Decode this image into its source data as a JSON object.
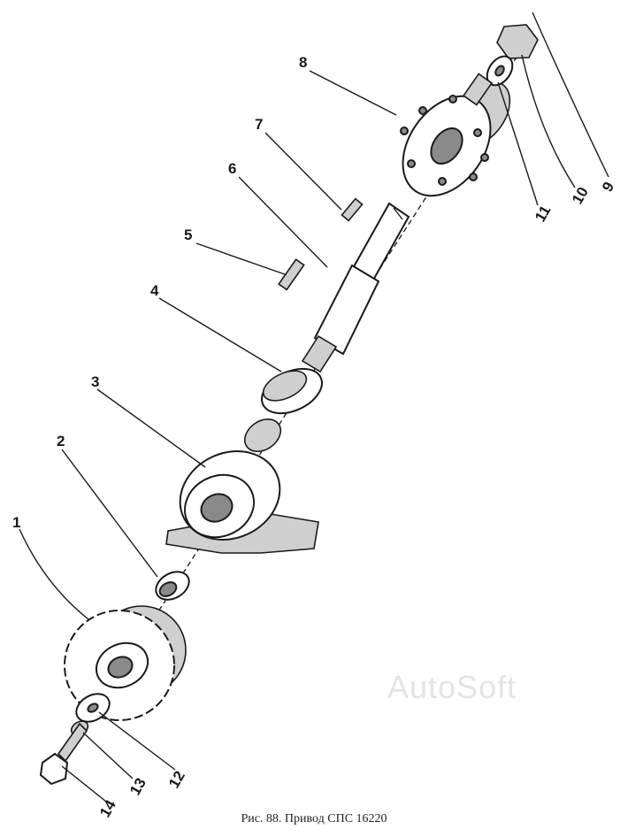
{
  "caption": "Рис. 88. Привод СПС 16220",
  "watermark": "AutoSoft",
  "callouts": [
    "1",
    "2",
    "3",
    "4",
    "5",
    "6",
    "7",
    "8",
    "9",
    "10",
    "11",
    "12",
    "13",
    "14"
  ]
}
